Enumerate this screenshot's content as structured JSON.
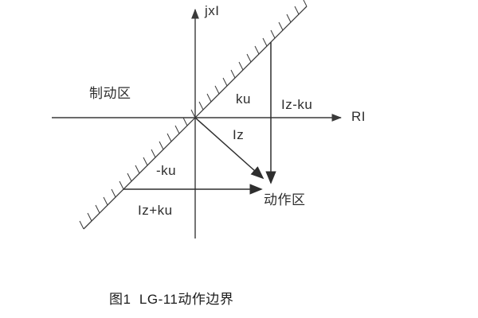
{
  "labels": {
    "y_axis": "jxI",
    "x_axis": "RI",
    "restraint_region": "制动区",
    "operate_region": "动作区",
    "ku": "ku",
    "iz_minus_ku": "Iz-ku",
    "iz": "Iz",
    "neg_ku": "-ku",
    "iz_plus_ku": "Iz+ku"
  },
  "caption": "图1  LG-11动作边界"
}
